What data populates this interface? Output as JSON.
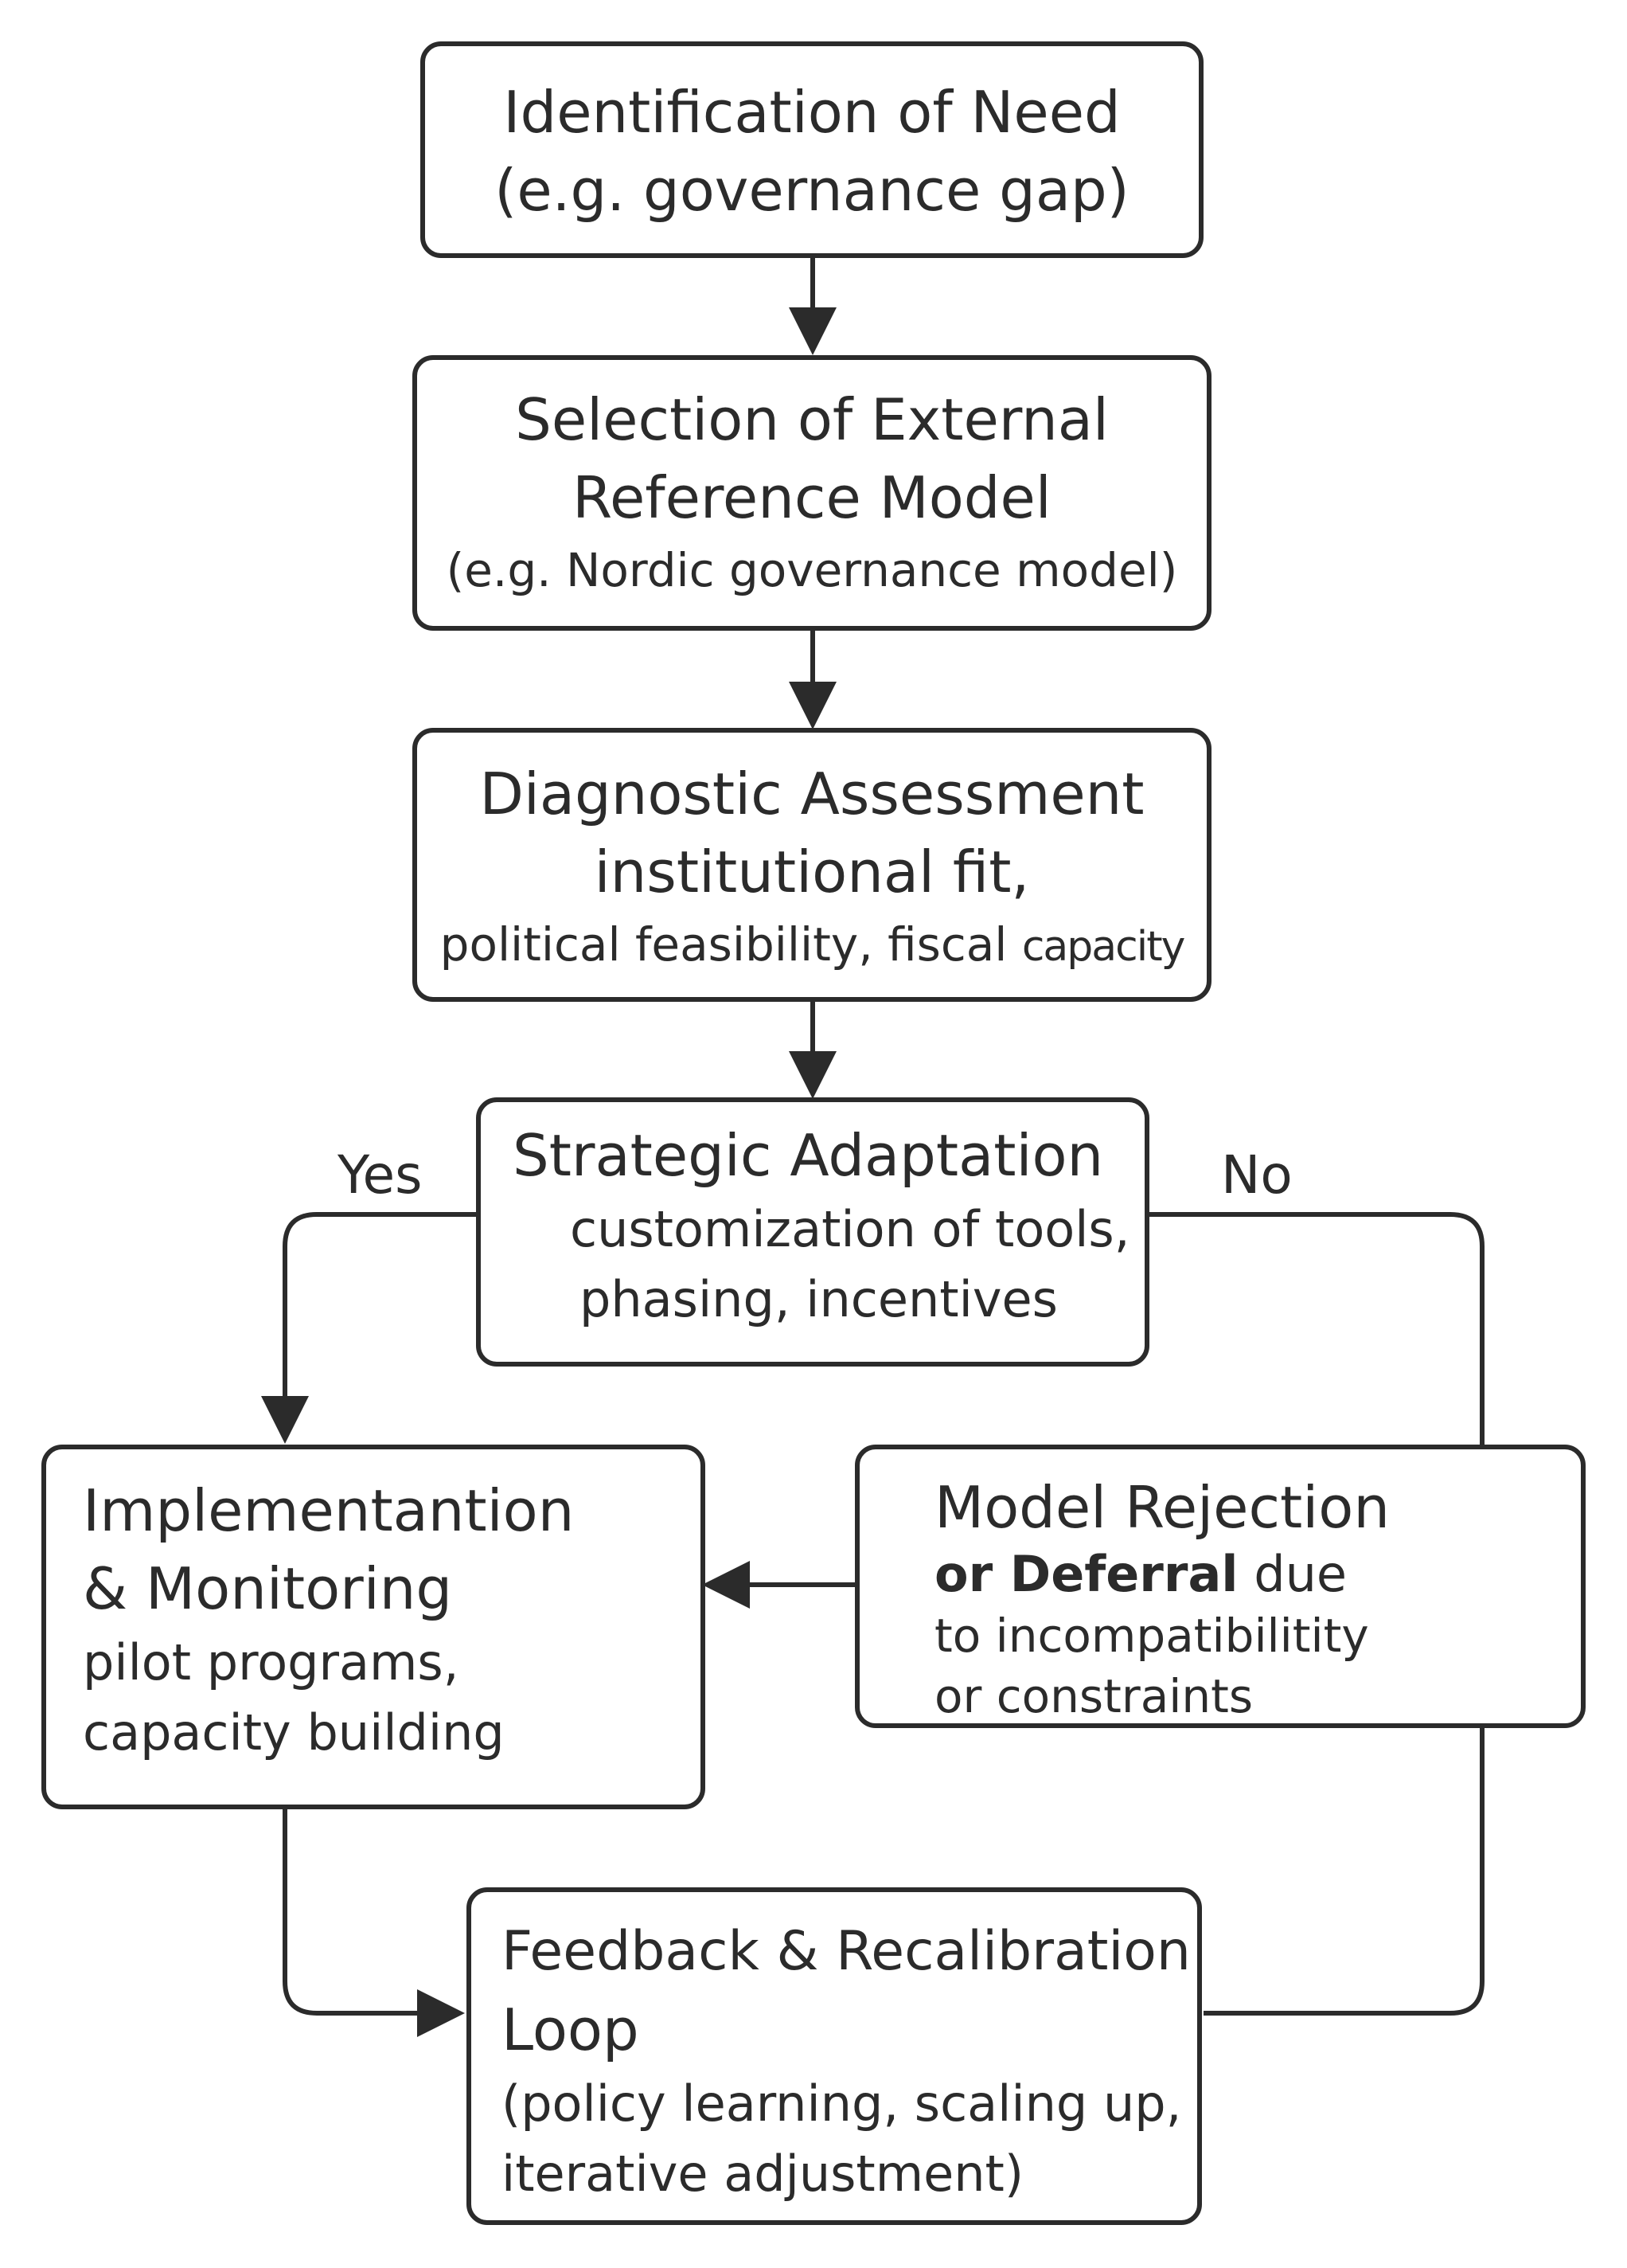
{
  "nodes": {
    "need": {
      "title": "Identification of Need",
      "detail": "(e.g. governance gap)"
    },
    "selection": {
      "title_line1": "Selection of External",
      "title_line2": "Reference Model",
      "detail": "(e.g. Nordic governance model)"
    },
    "diagnostic": {
      "title": "Diagnostic Assessment",
      "detail_line1": "institutional fit,",
      "detail_line2": "political feasibility, fiscal",
      "detail_line2_tail": "capacity"
    },
    "strategic": {
      "title": "Strategic Adaptation",
      "detail_line1": "customization of tools,",
      "detail_line2": "phasing, incentives"
    },
    "implementation": {
      "title_line1": "Implementantion",
      "title_line2": "& Monitoring",
      "detail_line1": "pilot programs,",
      "detail_line2": "capacity building"
    },
    "rejection": {
      "title": "Model Rejection",
      "detail_line1_bold": "or Deferral",
      "detail_line1_rest": " due",
      "detail_line2": "to incompatibilitity",
      "detail_line3": "or constraints"
    },
    "feedback": {
      "title_line1": "Feedback & Recalibration",
      "title_line2": "Loop",
      "detail_line1": "(policy learning, scaling up,",
      "detail_line2": "iterative adjustment)"
    }
  },
  "edges": {
    "yes_label": "Yes",
    "no_label": "No"
  },
  "colors": {
    "ink": "#2b2b2b",
    "background": "#ffffff"
  }
}
